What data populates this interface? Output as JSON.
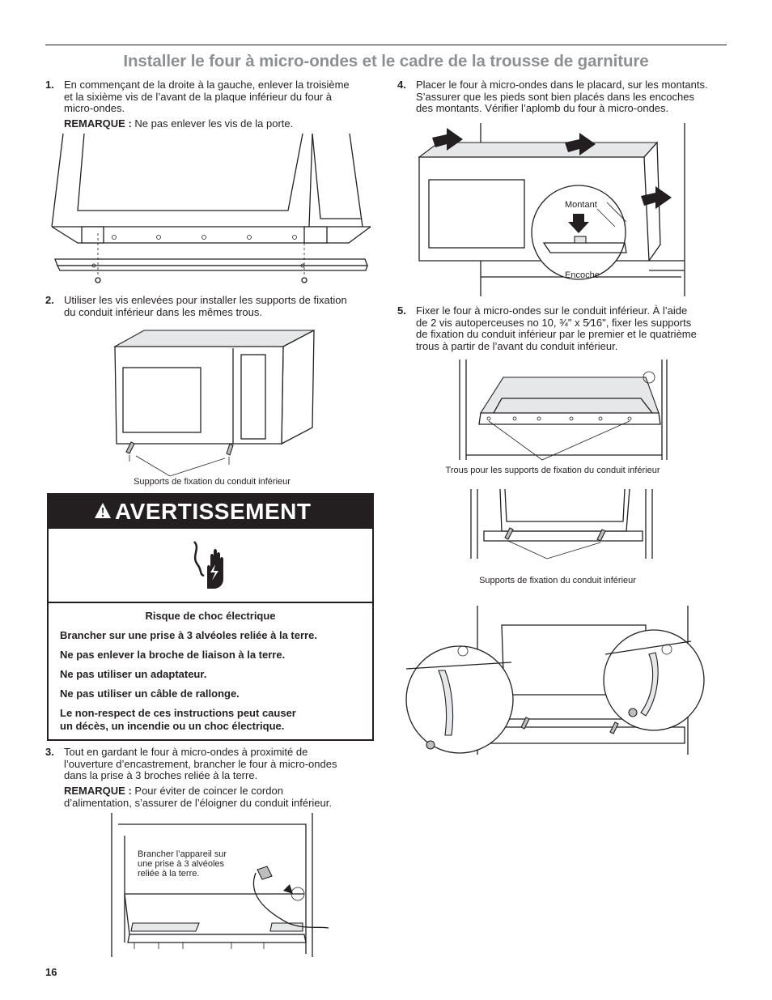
{
  "page": {
    "title": "Installer le four à micro-ondes et le cadre de la trousse de garniture",
    "page_number": "16"
  },
  "steps": [
    {
      "num": "1.",
      "lines": [
        "En commençant de la droite à la gauche, enlever la troisième",
        "et la sixième vis de l’avant de la plaque inférieur du four à",
        "micro-ondes."
      ],
      "note_label": "REMARQUE :",
      "note_text": "Ne pas enlever les vis de la porte."
    },
    {
      "num": "2.",
      "lines": [
        "Utiliser les vis enlevées pour installer les supports de fixation",
        "du conduit inférieur dans les mêmes trous."
      ],
      "caption": "Supports de fixation du conduit inférieur"
    },
    {
      "num": "3.",
      "lines": [
        "Tout en gardant le four à micro-ondes à proximité de",
        "l’ouverture d’encastrement, brancher le four à micro-ondes",
        "dans la prise à 3 broches reliée à la terre."
      ],
      "note_label": "REMARQUE :",
      "note_lines": [
        "Pour éviter de coincer le cordon",
        "d’alimentation, s’assurer de l’éloigner du conduit inférieur."
      ],
      "callout": [
        "Brancher l’appareil sur",
        "une prise à 3 alvéoles",
        "reliée à la terre."
      ]
    },
    {
      "num": "4.",
      "lines": [
        "Placer le four à micro-ondes dans le placard, sur les montants.",
        "S’assurer que les pieds sont bien placés dans les encoches",
        "des montants. Vérifier l’aplomb du four à micro-ondes."
      ],
      "label_top": "Montant",
      "label_bottom": "Encoche"
    },
    {
      "num": "5.",
      "lines": [
        "Fixer le four à micro-ondes sur le conduit inférieur. À l’aide",
        "de 2 vis autoperceuses no 10, ¾\" x 5⁄16\", fixer les supports",
        "de fixation du conduit inférieur par le premier et le quatrième",
        "trous à partir de l’avant du conduit inférieur."
      ],
      "caption_a": "Trous pour les supports de fixation du conduit inférieur",
      "caption_b": "Supports de fixation du conduit inférieur"
    }
  ],
  "warning": {
    "header": "AVERTISSEMENT",
    "icon": "electric-shock-hand-icon",
    "heading": "Risque de choc électrique",
    "lines": [
      "Brancher sur une prise à 3 alvéoles reliée à la terre.",
      "Ne pas enlever la broche de liaison à la terre.",
      "Ne pas utiliser un adaptateur.",
      "Ne pas utiliser un câble de rallonge."
    ],
    "consequence": [
      "Le non-respect de ces instructions peut causer",
      "un décès, un incendie ou un choc électrique."
    ]
  },
  "colors": {
    "title_gray": "#8d8f92",
    "ink": "#231f20",
    "panel": "#e6e7e8"
  }
}
